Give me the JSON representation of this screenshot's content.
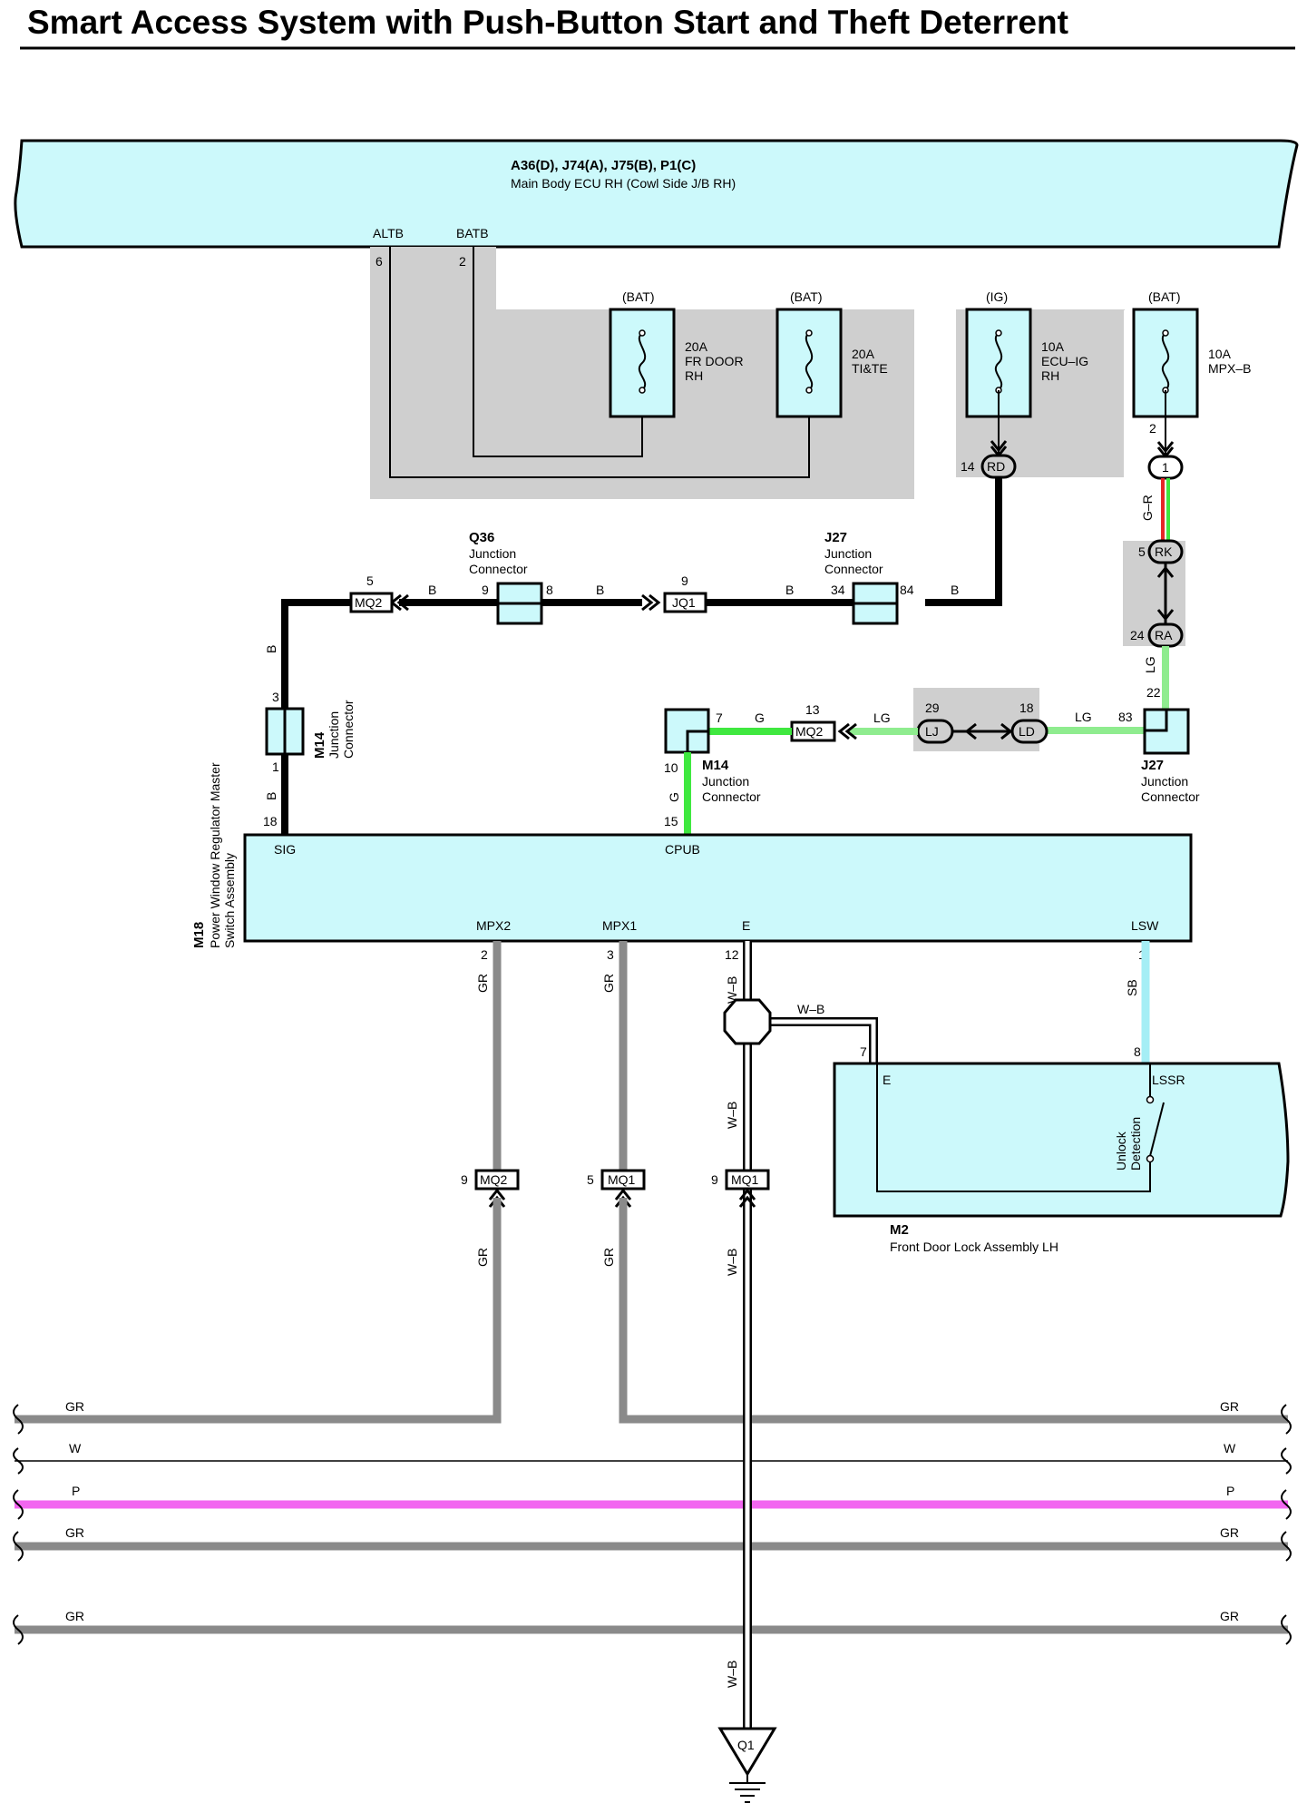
{
  "title": "Smart Access System with Push-Button Start and Theft Deterrent",
  "ecu_rh": {
    "codes": "A36(D), J74(A), J75(B), P1(C)",
    "name": "Main Body ECU RH (Cowl Side J/B RH)",
    "pin_altb": "ALTB",
    "pin_batb": "BATB",
    "num_altb": "6",
    "num_batb": "2"
  },
  "fuses": [
    {
      "supply": "(BAT)",
      "rating": "20A",
      "name1": "FR DOOR",
      "name2": "RH"
    },
    {
      "supply": "(BAT)",
      "rating": "20A",
      "name1": "TI&TE",
      "name2": ""
    },
    {
      "supply": "(IG)",
      "rating": "10A",
      "name1": "ECU–IG",
      "name2": "RH"
    },
    {
      "supply": "(BAT)",
      "rating": "10A",
      "name1": "MPX–B",
      "name2": ""
    }
  ],
  "connectors": {
    "rd": {
      "label": "RD",
      "pin": "14"
    },
    "c1": {
      "label": "1",
      "pin": "2"
    },
    "rk": {
      "label": "RK",
      "pin": "5"
    },
    "ra": {
      "label": "RA",
      "pin": "24"
    },
    "mq2_top": {
      "label": "MQ2",
      "pin": "5"
    },
    "jq1": {
      "label": "JQ1",
      "pin": "9"
    },
    "q36": {
      "code": "Q36",
      "name1": "Junction",
      "name2": "Connector",
      "pin_in": "9",
      "pin_out": "8"
    },
    "j27_top": {
      "code": "J27",
      "name1": "Junction",
      "name2": "Connector",
      "pin_in": "34",
      "pin_out": "84"
    },
    "m14_left": {
      "code": "M14",
      "name1": "Junction",
      "name2": "Connector",
      "pin_top": "3",
      "pin_bot": "1"
    },
    "m14_mid": {
      "code": "M14",
      "name1": "Junction",
      "name2": "Connector",
      "pin_right": "7",
      "pin_bot": "10"
    },
    "mq2_mid": {
      "label": "MQ2",
      "pin": "13"
    },
    "lj": {
      "label": "LJ",
      "pin": "29"
    },
    "ld": {
      "label": "LD",
      "pin": "18"
    },
    "j27_right": {
      "code": "J27",
      "name1": "Junction",
      "name2": "Connector",
      "pin_left": "83",
      "pin_top": "22"
    },
    "mq2_bot": {
      "label": "MQ2",
      "pin": "9"
    },
    "mq1_a": {
      "label": "MQ1",
      "pin": "5"
    },
    "mq1_b": {
      "label": "MQ1",
      "pin": "9"
    },
    "q1": {
      "label": "Q1"
    }
  },
  "wire_colors": {
    "b": "B",
    "g": "G",
    "lg": "LG",
    "gr": "GR",
    "wb": "W–B",
    "sb": "SB",
    "w": "W",
    "p": "P",
    "g_r": "G–R"
  },
  "m18": {
    "code": "M18",
    "name1": "Power Window Regulator Master",
    "name2": "Switch Assembly",
    "pins": {
      "sig": "SIG",
      "cpub": "CPUB",
      "mpx2": "MPX2",
      "mpx1": "MPX1",
      "e": "E",
      "lsw": "LSW"
    },
    "nums": {
      "sig": "18",
      "cpub": "15",
      "mpx2": "2",
      "mpx1": "3",
      "e": "12",
      "lsw": "1"
    }
  },
  "m2": {
    "code": "M2",
    "name": "Front Door Lock Assembly LH",
    "pin_e": "E",
    "pin_lssr": "LSSR",
    "num_e": "7",
    "num_lssr": "8",
    "switch1": "Unlock",
    "switch2": "Detection"
  },
  "bus": [
    "GR",
    "W",
    "P",
    "GR",
    "GR"
  ],
  "colors": {
    "ecu_fill": "#ccf9fb",
    "wire_black": "#000000",
    "wire_green": "#3fe83f",
    "wire_lightgreen": "#8fec8f",
    "wire_gray": "#8a8a8a",
    "wire_sky": "#a5eef5",
    "wire_pink": "#f266f0",
    "shade": "#cfcfcf"
  }
}
